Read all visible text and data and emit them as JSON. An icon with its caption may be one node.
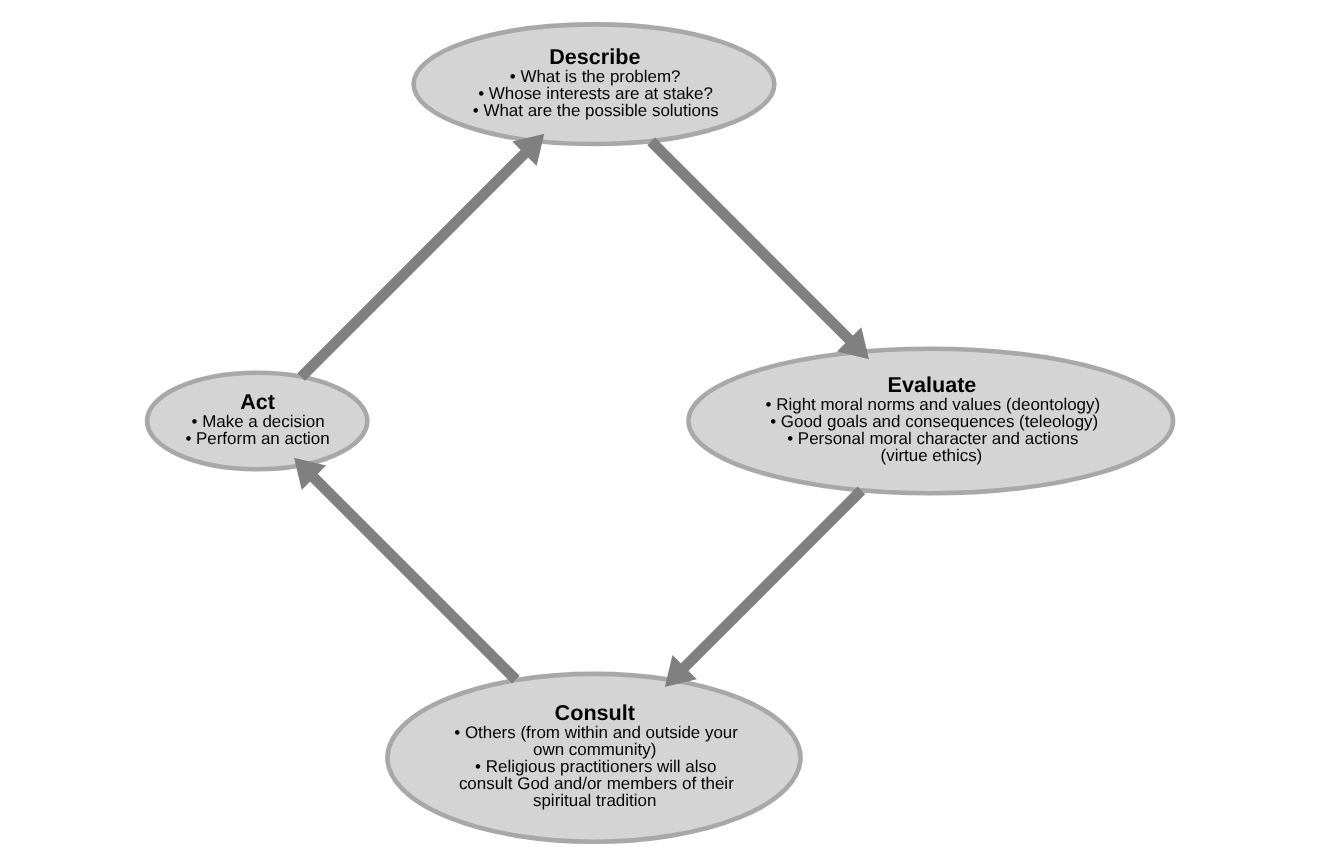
{
  "diagram": {
    "nodes": [
      {
        "text": [
          "Describe",
          "• What is the problem?",
          "• Whose interests are at stake?",
          "• What are the possible solutions"
        ]
      },
      {
        "text": [
          "Evaluate",
          "• Right moral norms and values (deontology)",
          "• Good goals and consequences (teleology)",
          "• Personal moral character and actions (virtue ethics)"
        ]
      },
      {
        "text": [
          "Consult",
          "• Others (from within and outside your own community)",
          "• Religious practitioners will also consult God and/or members of their spiritual tradition"
        ]
      },
      {
        "text": [
          "Act",
          "• Make a decision",
          "• Perform an action"
        ]
      }
    ],
    "edges": [
      {
        "from": 0,
        "to": 1,
        "arrow": "to"
      },
      {
        "from": 1,
        "to": 2,
        "arrow": "to"
      },
      {
        "from": 2,
        "to": 3,
        "arrow": "to"
      },
      {
        "from": 3,
        "to": 0,
        "arrow": "to"
      }
    ]
  }
}
